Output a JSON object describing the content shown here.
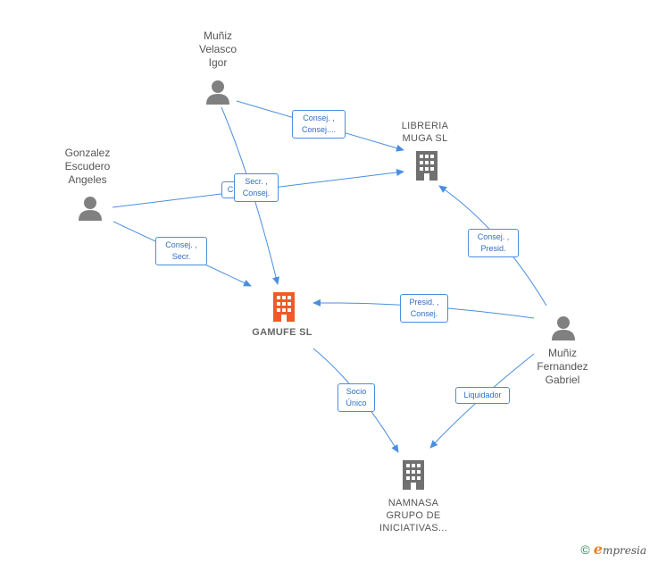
{
  "colors": {
    "edge": "#4a8ee0",
    "person": "#808080",
    "company": "#707070",
    "main_company": "#f05a28"
  },
  "nodes": {
    "munoz_velasco": {
      "label": "Muñiz\nVelasco\nIgor",
      "icon": "person-icon"
    },
    "gonzalez": {
      "label": "Gonzalez\nEscudero\nAngeles",
      "icon": "person-icon"
    },
    "munoz_fernandez": {
      "label": "Muñiz\nFernandez\nGabriel",
      "icon": "person-icon"
    },
    "libreria": {
      "label": "LIBRERIA\nMUGA  SL",
      "icon": "building-icon"
    },
    "gamufe": {
      "label": "GAMUFE SL",
      "icon": "building-icon"
    },
    "namnasa": {
      "label": "NAMNASA\nGRUPO DE\nINICIATIVAS...",
      "icon": "building-icon"
    }
  },
  "edges": {
    "velasco_libreria": "Consej. ,\nConsej....",
    "velasco_gamufe": "Secr. ,\nConsej.",
    "gonzalez_libreria": "C",
    "gonzalez_gamufe": "Consej. ,\nSecr.",
    "fernandez_libreria": "Consej. ,\nPresid.",
    "fernandez_gamufe": "Presid. ,\nConsej.",
    "fernandez_namnasa": "Liquidador",
    "gamufe_namnasa": "Socio\nÚnico"
  },
  "footer": {
    "copyright": "©",
    "brand_initial": "e",
    "brand_rest": "mpresia"
  }
}
